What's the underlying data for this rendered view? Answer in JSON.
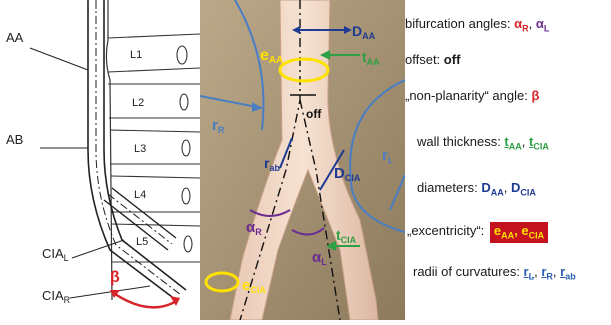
{
  "left_diagram": {
    "labels": {
      "aa": "AA",
      "ab": "AB",
      "cia_l_main": "CIA",
      "cia_l_sub": "L",
      "cia_r_main": "CIA",
      "cia_r_sub": "R",
      "beta": "β"
    },
    "vertebrae": [
      "L1",
      "L2",
      "L3",
      "L4",
      "L5"
    ]
  },
  "photo": {
    "labels": {
      "d_aa_main": "D",
      "d_aa_sub": "AA",
      "e_aa_main": "e",
      "e_aa_sub": "AA",
      "t_aa_main": "t",
      "t_aa_sub": "AA",
      "off": "off",
      "r_r_main": "r",
      "r_r_sub": "R",
      "r_l_main": "r",
      "r_l_sub": "L",
      "r_ab_main": "r",
      "r_ab_sub": "ab",
      "d_cia_main": "D",
      "d_cia_sub": "CIA",
      "alpha_r_main": "α",
      "alpha_r_sub": "R",
      "alpha_l_main": "α",
      "alpha_l_sub": "L",
      "t_cia_main": "t",
      "t_cia_sub": "CIA",
      "e_cia_main": "e",
      "e_cia_sub": "CIA"
    }
  },
  "legend": {
    "bifurcation": {
      "prefix": "bifurcation angles: ",
      "a_r": "α",
      "a_r_sub": "R",
      "sep": ", ",
      "a_l": "α",
      "a_l_sub": "L"
    },
    "offset": {
      "prefix": "offset: ",
      "value": "off"
    },
    "nonplanarity": {
      "prefix": "„non-planarity“ angle: ",
      "value": "β"
    },
    "wall": {
      "prefix": "wall thickness: ",
      "t1": "t",
      "t1_sub": "AA",
      "sep": ", ",
      "t2": "t",
      "t2_sub": "CIA"
    },
    "diameters": {
      "prefix": "diameters: ",
      "d1": "D",
      "d1_sub": "AA",
      "sep": ", ",
      "d2": "D",
      "d2_sub": "CIA"
    },
    "eccentricity": {
      "prefix": "„excentricity“: ",
      "e1": "e",
      "e1_sub": "AA",
      "sep": ", ",
      "e2": "e",
      "e2_sub": "CIA"
    },
    "radii": {
      "prefix": "radii of curvatures: ",
      "r1": "r",
      "r1_sub": "L",
      "sep1": ", ",
      "r2": "r",
      "r2_sub": "R",
      "sep2": ", ",
      "r3": "r",
      "r3_sub": "ab"
    }
  },
  "colors": {
    "red": "#d8232a",
    "purple": "#6a2c91",
    "green": "#2ea043",
    "navy": "#1f3a93",
    "blue": "#2b5fb4",
    "yellow": "#ffe100",
    "ecc_box": "#c5121f"
  }
}
